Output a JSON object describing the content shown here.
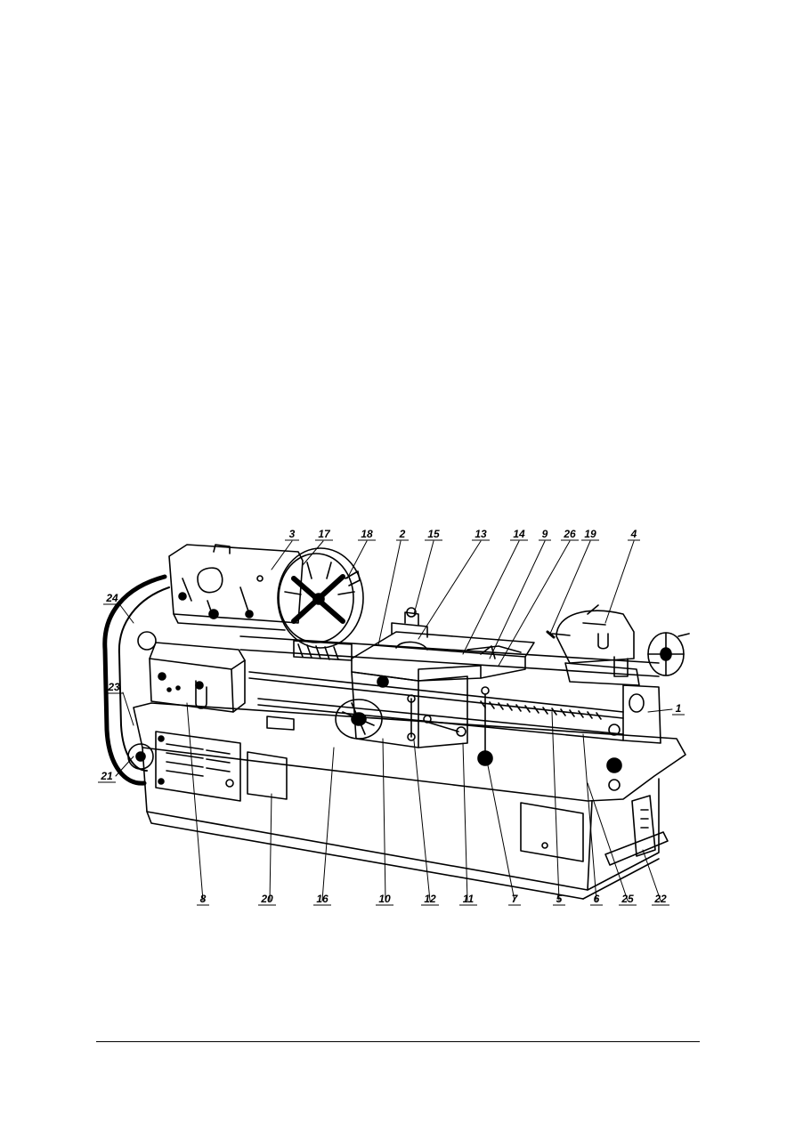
{
  "figure": {
    "subject": "lathe-machine",
    "callouts": [
      {
        "id": "c3",
        "text": "3"
      },
      {
        "id": "c17",
        "text": "17"
      },
      {
        "id": "c18",
        "text": "18"
      },
      {
        "id": "c2",
        "text": "2"
      },
      {
        "id": "c15",
        "text": "15"
      },
      {
        "id": "c13",
        "text": "13"
      },
      {
        "id": "c14",
        "text": "14"
      },
      {
        "id": "c9",
        "text": "9"
      },
      {
        "id": "c26",
        "text": "26"
      },
      {
        "id": "c19",
        "text": "19"
      },
      {
        "id": "c4",
        "text": "4"
      },
      {
        "id": "c24",
        "text": "24"
      },
      {
        "id": "c23",
        "text": "23"
      },
      {
        "id": "c1",
        "text": "1"
      },
      {
        "id": "c21",
        "text": "21"
      },
      {
        "id": "c8",
        "text": "8"
      },
      {
        "id": "c20",
        "text": "20"
      },
      {
        "id": "c16",
        "text": "16"
      },
      {
        "id": "c10",
        "text": "10"
      },
      {
        "id": "c12",
        "text": "12"
      },
      {
        "id": "c11",
        "text": "11"
      },
      {
        "id": "c7",
        "text": "7"
      },
      {
        "id": "c5",
        "text": "5"
      },
      {
        "id": "c6",
        "text": "6"
      },
      {
        "id": "c25",
        "text": "25"
      },
      {
        "id": "c22",
        "text": "22"
      }
    ]
  }
}
